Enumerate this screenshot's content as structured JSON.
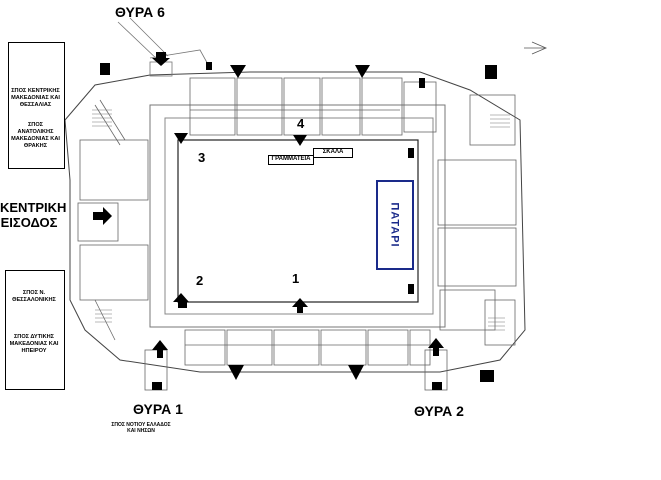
{
  "gates": {
    "gate6": "ΘΥΡΑ 6",
    "gate1": "ΘΥΡΑ 1",
    "gate2": "ΘΥΡΑ 2"
  },
  "main_entrance": {
    "line1": "ΚΕΝΤΡΙΚΗ",
    "line2": "ΕΙΣΟΔΟΣ"
  },
  "points": {
    "p1": "1",
    "p2": "2",
    "p3": "3",
    "p4": "4"
  },
  "signs": {
    "secretariat": "ΓΡΑΜΜΑΤΕΙΑ",
    "stairs": "ΣΚΑΛΑ",
    "platform": "ΠΑΤΑΡΙ"
  },
  "legend_top_left": {
    "item1": "ΣΠΟΣ ΚΕΝΤΡΙΚΗΣ ΜΑΚΕΔΟΝΙΑΣ ΚΑΙ ΘΕΣΣΑΛΙΑΣ",
    "item2": "ΣΠΟΣ ΑΝΑΤΟΛΙΚΗΣ ΜΑΚΕΔΟΝΙΑΣ ΚΑΙ ΘΡΑΚΗΣ"
  },
  "legend_bottom_left": {
    "item1": "ΣΠΟΣ Ν. ΘΕΣΣΑΛΟΝΙΚΗΣ",
    "item2": "ΣΠΟΣ ΔΥΤΙΚΗΣ ΜΑΚΕΔΟΝΙΑΣ ΚΑΙ ΗΠΕΙΡΟΥ"
  },
  "note_gate1": "ΣΠΟΣ ΝΟΤΙΟΥ ΕΛΛΑΔΟΣ ΚΑΙ ΝΗΣΩΝ",
  "colors": {
    "ink": "#000000",
    "platform_blue": "#1a2a8a",
    "plan_gray": "#555555"
  }
}
